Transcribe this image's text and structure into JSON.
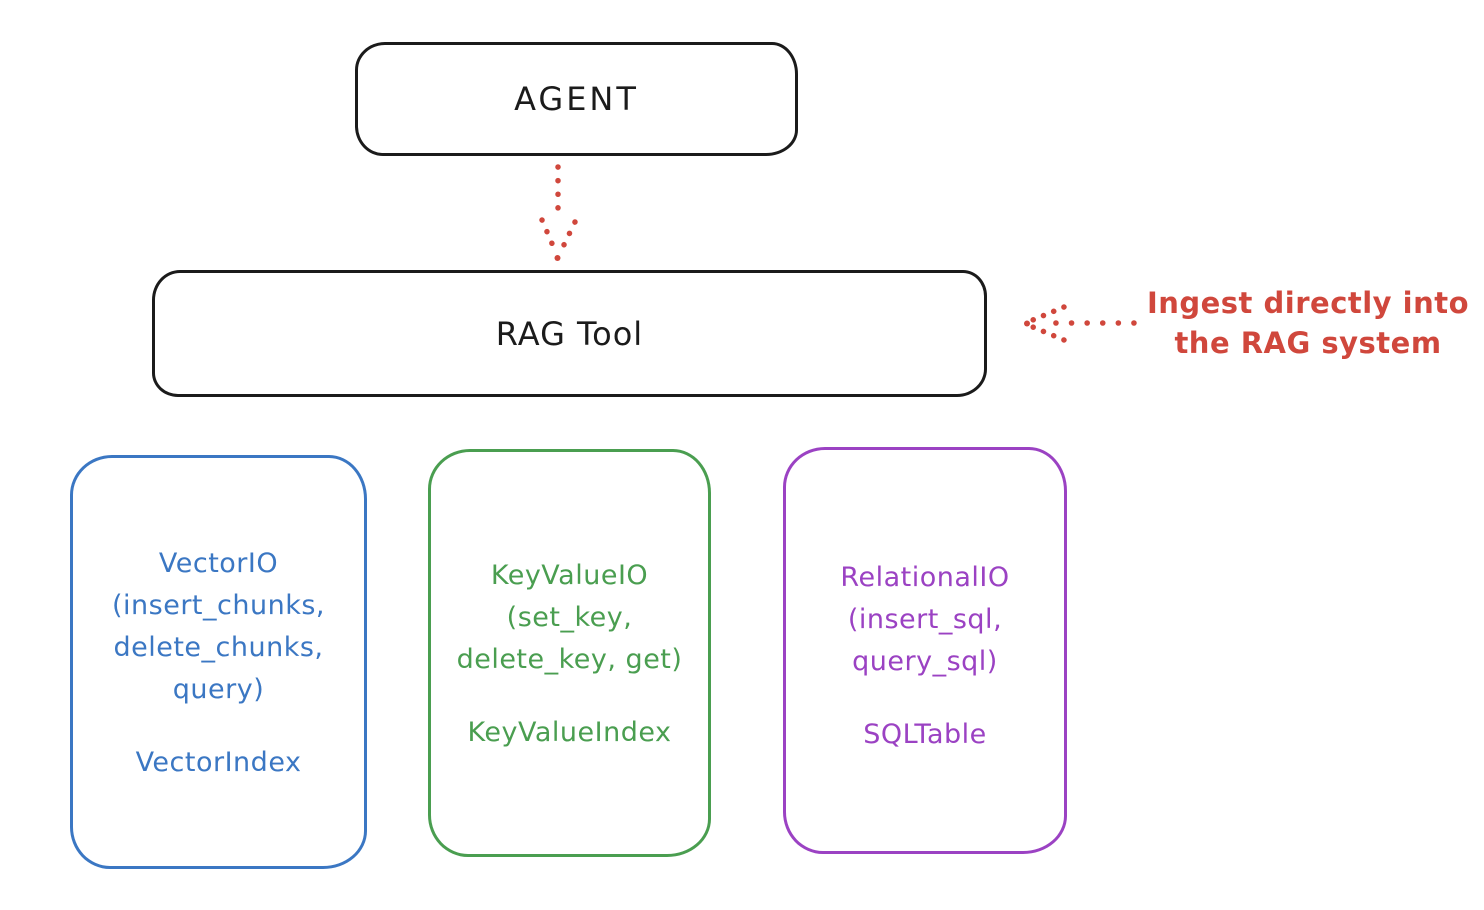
{
  "canvas": {
    "background": "#ffffff",
    "ink_color": "#1b1b1b",
    "accent_red": "#d0473c"
  },
  "agent_box": {
    "label": "AGENT"
  },
  "rag_box": {
    "label": "RAG Tool"
  },
  "annotation": {
    "line1": "Ingest directly into",
    "line2": "the RAG system",
    "color": "#d0473c"
  },
  "arrows": {
    "agent_to_rag": "dotted-arrow-down",
    "annotation_to_rag": "dotted-arrow-left"
  },
  "io_boxes": [
    {
      "id": "vector-io",
      "color": "#3b77c3",
      "lines": [
        "VectorIO",
        "(insert_chunks,",
        "delete_chunks,",
        "query)"
      ],
      "index_label": "VectorIndex"
    },
    {
      "id": "keyvalue-io",
      "color": "#4a9e50",
      "lines": [
        "KeyValueIO",
        "(set_key,",
        "delete_key, get)"
      ],
      "index_label": "KeyValueIndex"
    },
    {
      "id": "relational-io",
      "color": "#9b42c3",
      "lines": [
        "RelationalIO",
        "(insert_sql,",
        "query_sql)"
      ],
      "index_label": "SQLTable"
    }
  ]
}
